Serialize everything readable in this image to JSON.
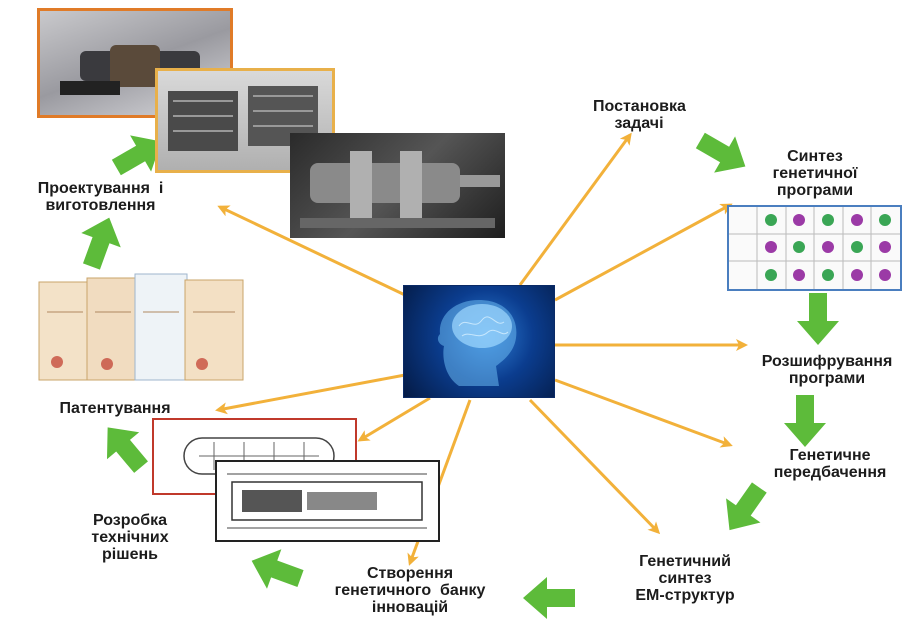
{
  "colors": {
    "arrow_orange": "#f2b13a",
    "arrow_green": "#5dbb3a",
    "frame_orange": "#e07b28",
    "frame_red": "#c0392b",
    "frame_blue": "#4a7ebf"
  },
  "center": {
    "icon": "brain-head-icon"
  },
  "nodes": {
    "task_setting": "Постановка\nзадачі",
    "program_synthesis": "Синтез\nгенетичної\nпрограми",
    "decoding": "Розшифрування\nпрограми",
    "genetic_prediction": "Генетичне\nпередбачення",
    "em_synthesis": "Генетичний\nсинтез\nЕМ-структур",
    "innovation_bank": "Створення\nгенетичного  банку\nінновацій",
    "tech_solutions": "Розробка\nтехнічних\nрішень",
    "patenting": "Патентування",
    "design_manufacture": "Проектування  і\nвиготовлення"
  }
}
